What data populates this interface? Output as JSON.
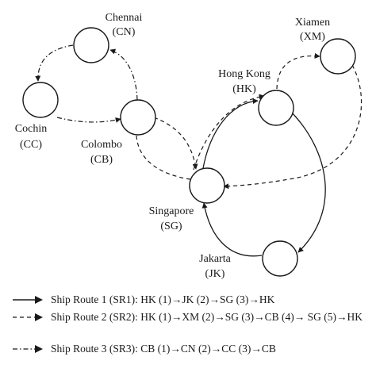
{
  "ports": [
    {
      "id": "CN",
      "name": "Chennai",
      "code": "(CN)"
    },
    {
      "id": "CC",
      "name": "Cochin",
      "code": "(CC)"
    },
    {
      "id": "CB",
      "name": "Colombo",
      "code": "(CB)"
    },
    {
      "id": "HK",
      "name": "Hong Kong",
      "code": "(HK)"
    },
    {
      "id": "XM",
      "name": "Xiamen",
      "code": "(XM)"
    },
    {
      "id": "SG",
      "name": "Singapore",
      "code": "(SG)"
    },
    {
      "id": "JK",
      "name": "Jakarta",
      "code": "(JK)"
    }
  ],
  "legend": {
    "sr1": "Ship Route 1 (SR1): HK (1)→JK (2)→SG (3)→HK",
    "sr2": "Ship Route 2 (SR2): HK (1)→XM (2)→SG (3)→CB (4)→ SG (5)→HK",
    "sr3": "Ship Route 3 (SR3): CB (1)→CN (2)→CC (3)→CB"
  },
  "colors": {
    "stroke": "#1a1a1a",
    "background": "#ffffff"
  }
}
